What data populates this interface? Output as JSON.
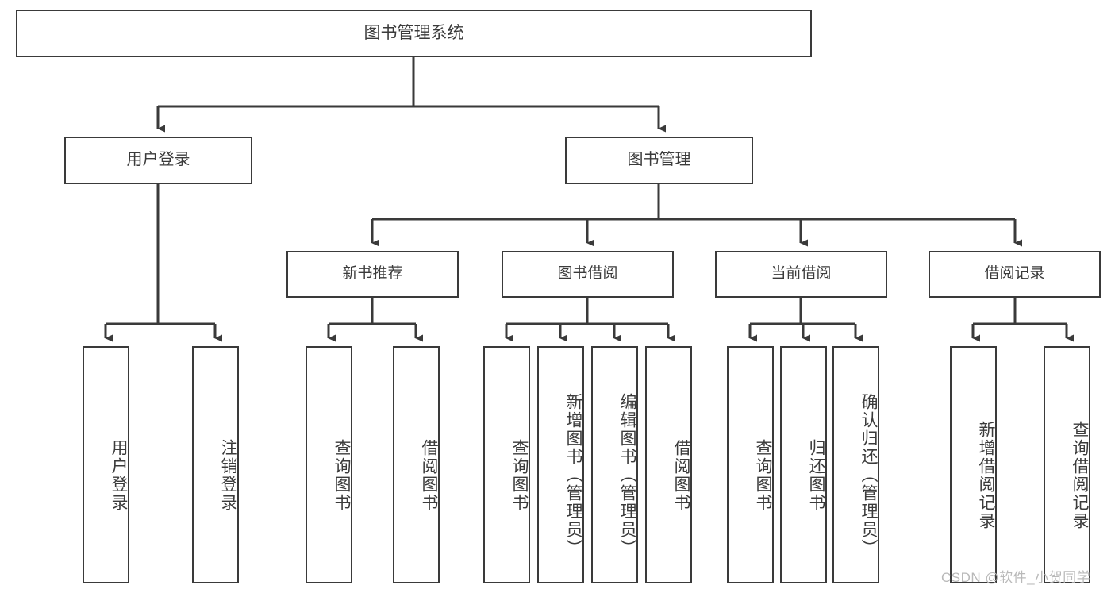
{
  "diagram": {
    "type": "tree-hierarchy",
    "title": "图书管理系统",
    "root": {
      "label": "图书管理系统"
    },
    "level1": [
      {
        "label": "用户登录"
      },
      {
        "label": "图书管理"
      }
    ],
    "level2": [
      {
        "label": "新书推荐"
      },
      {
        "label": "图书借阅"
      },
      {
        "label": "当前借阅"
      },
      {
        "label": "借阅记录"
      }
    ],
    "leaves": {
      "user_login": [
        {
          "label": "用户登录"
        },
        {
          "label": "注销登录"
        }
      ],
      "new_book_recommend": [
        {
          "label": "查询图书"
        },
        {
          "label": "借阅图书"
        }
      ],
      "book_borrow": [
        {
          "label": "查询图书"
        },
        {
          "label": "新增图书（管理员）"
        },
        {
          "label": "编辑图书（管理员）"
        },
        {
          "label": "借阅图书"
        }
      ],
      "current_borrow": [
        {
          "label": "查询图书"
        },
        {
          "label": "归还图书"
        },
        {
          "label": "确认归还（管理员）"
        }
      ],
      "borrow_record": [
        {
          "label": "新增借阅记录"
        },
        {
          "label": "查询借阅记录"
        }
      ]
    }
  },
  "watermark": {
    "text": "CSDN @软件_小贺同学"
  },
  "colors": {
    "stroke": "#3a3a3a",
    "text": "#3b3b3b",
    "background": "#ffffff",
    "watermark": "#b9b9b9"
  }
}
